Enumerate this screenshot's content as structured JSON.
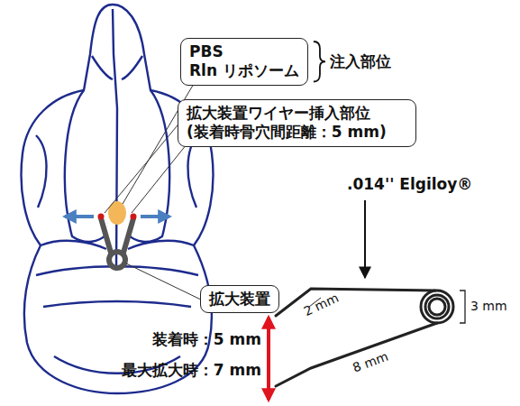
{
  "diagram": {
    "nodes": [
      {
        "text": [
          "PBS",
          "Rln リポソーム"
        ]
      },
      {
        "text": [
          "拡大装置ワイヤー挿入部位 (装着時骨穴間距離：5 mm)"
        ]
      },
      {
        "text": [
          "拡大装置"
        ]
      }
    ],
    "labels": [
      "注入部位",
      ".014'' Elgiloy®",
      "2 mm",
      "3 mm",
      "8 mm",
      "装着時：5 mm",
      "最大拡大時：7 mm"
    ]
  }
}
